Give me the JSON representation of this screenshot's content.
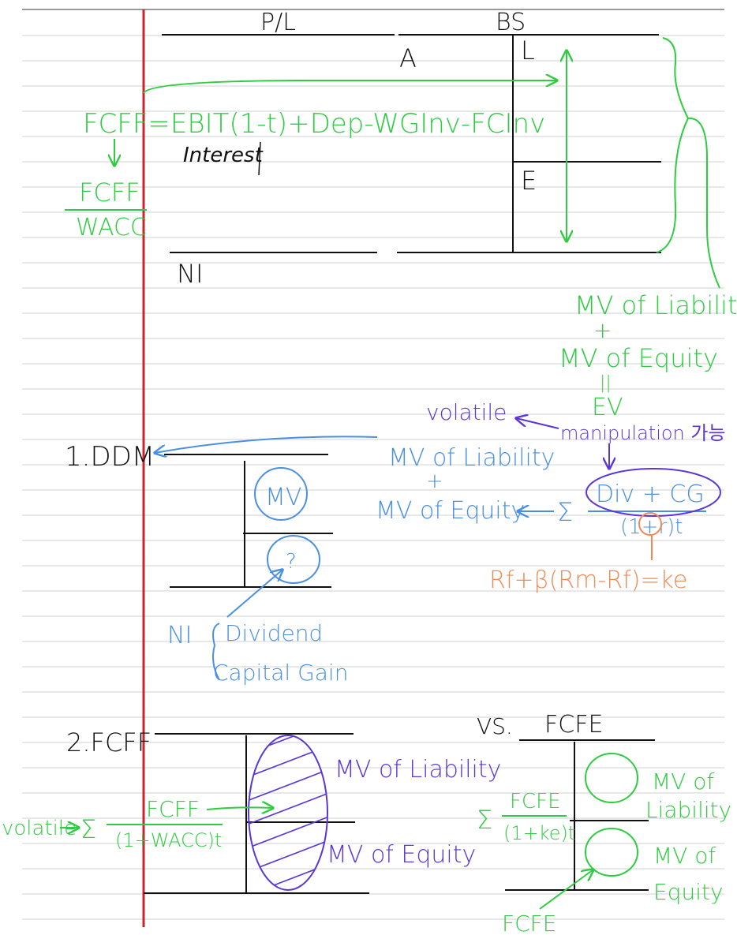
{
  "colors": {
    "rule_line": "#d2d2d2",
    "top_border": "#9a9a9a",
    "margin_line": "#c8262c",
    "ink_black": "#111111",
    "ink_green": "#2ecc40",
    "ink_blue": "#4a90e2",
    "ink_purple": "#5a35d8",
    "ink_orange": "#ef8a55"
  },
  "sections": {
    "top": {
      "pl_title": "P/L",
      "bs_title": "BS",
      "assets": "A",
      "liabilities": "L",
      "equity": "E",
      "fcff_formula": "FCFF=EBIT(1-t)+Dep-WGInv-FCInv",
      "interest": "Interest",
      "net_income": "NI",
      "fcff_fraction_num": "FCFF",
      "fcff_fraction_den": "WACC",
      "mv_liability": "MV of Liability",
      "plus": "+",
      "mv_equity": "MV of Equity",
      "equals": "||",
      "ev": "EV"
    },
    "ddm": {
      "title": "1.DDM",
      "volatile": "volatile",
      "manipulation": "manipulation 가능",
      "mv_liability": "MV of Liability",
      "plus": "+",
      "mv_equity": "MV of Equity",
      "sum_symbol": "Σ",
      "numerator": "Div + CG",
      "denominator": "(1+r)t",
      "capm": "Rf+β(Rm-Rf)=ke",
      "mv_circle": "MV",
      "question_circle": "?",
      "ni": "NI",
      "dividend": "Dividend",
      "capital_gain": "Capital Gain"
    },
    "fcff": {
      "title": "2.FCFF",
      "volatile": "volatile",
      "sum_symbol": "Σ",
      "numerator": "FCFF",
      "denominator": "(1+WACC)t",
      "mv_liability": "MV of Liability",
      "mv_equity": "MV of Equity"
    },
    "fcfe": {
      "vs": "VS.",
      "title": "FCFE",
      "sum_symbol": "Σ",
      "numerator": "FCFE",
      "denominator": "(1+ke)t",
      "mv_liability_1": "MV of",
      "mv_liability_2": "Liability",
      "mv_equity_1": "MV of",
      "mv_equity_2": "Equity",
      "fcfe_label": "FCFE"
    }
  }
}
